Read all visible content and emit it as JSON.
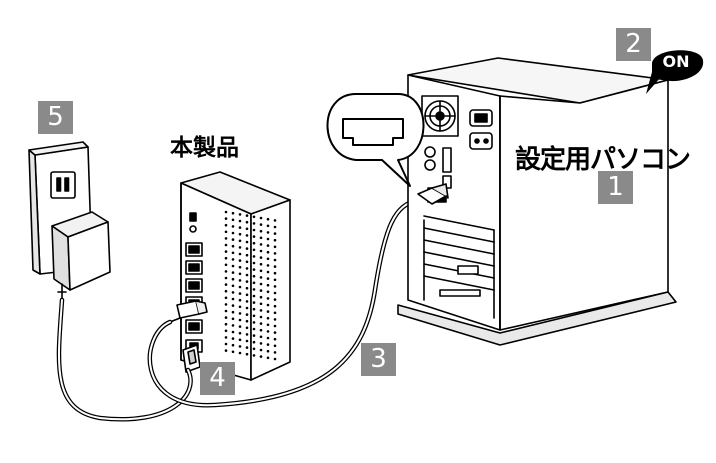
{
  "steps": {
    "step1": "1",
    "step2": "2",
    "step3": "3",
    "step4": "4",
    "step5": "5"
  },
  "labels": {
    "router": "本製品",
    "pc": "設定用パソコン",
    "power_on": "ON"
  },
  "colors": {
    "badge_fill": "#8a8a8a",
    "line": "#000000",
    "background": "#ffffff"
  }
}
